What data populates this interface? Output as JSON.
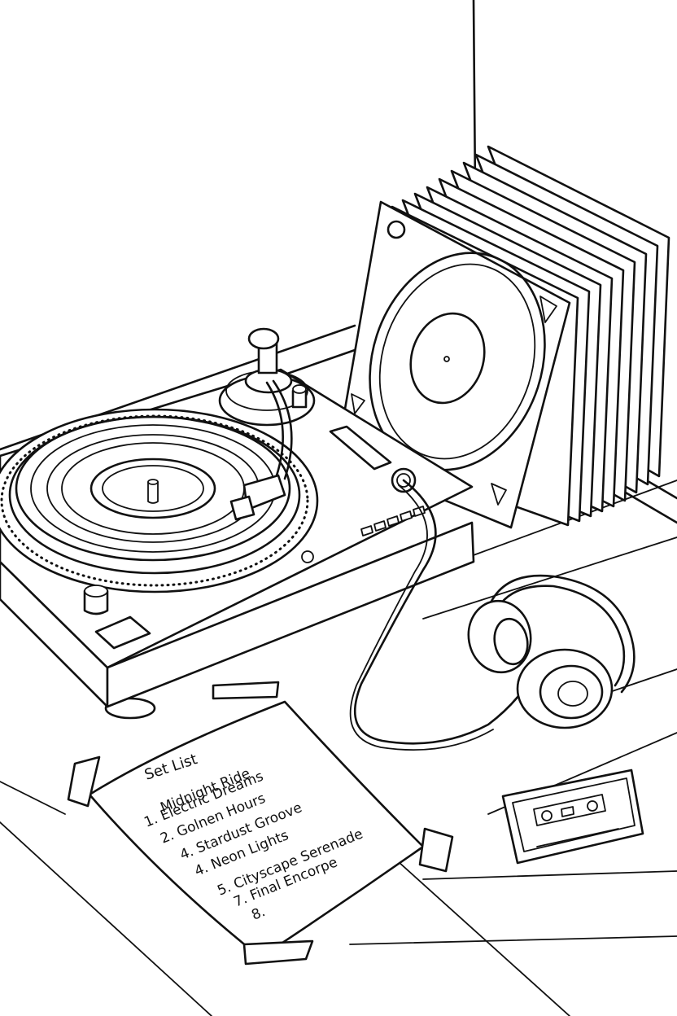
{
  "setlist": {
    "title": "Set List",
    "items": [
      "Midnight Ride",
      "1.  Electric Dreams",
      "2.  Golnen Hours",
      "4.  Stardust Groove",
      "4.  Neon Lights",
      "5.  Cityscape Serenade",
      "7.  Final Encorpe",
      "8."
    ]
  }
}
